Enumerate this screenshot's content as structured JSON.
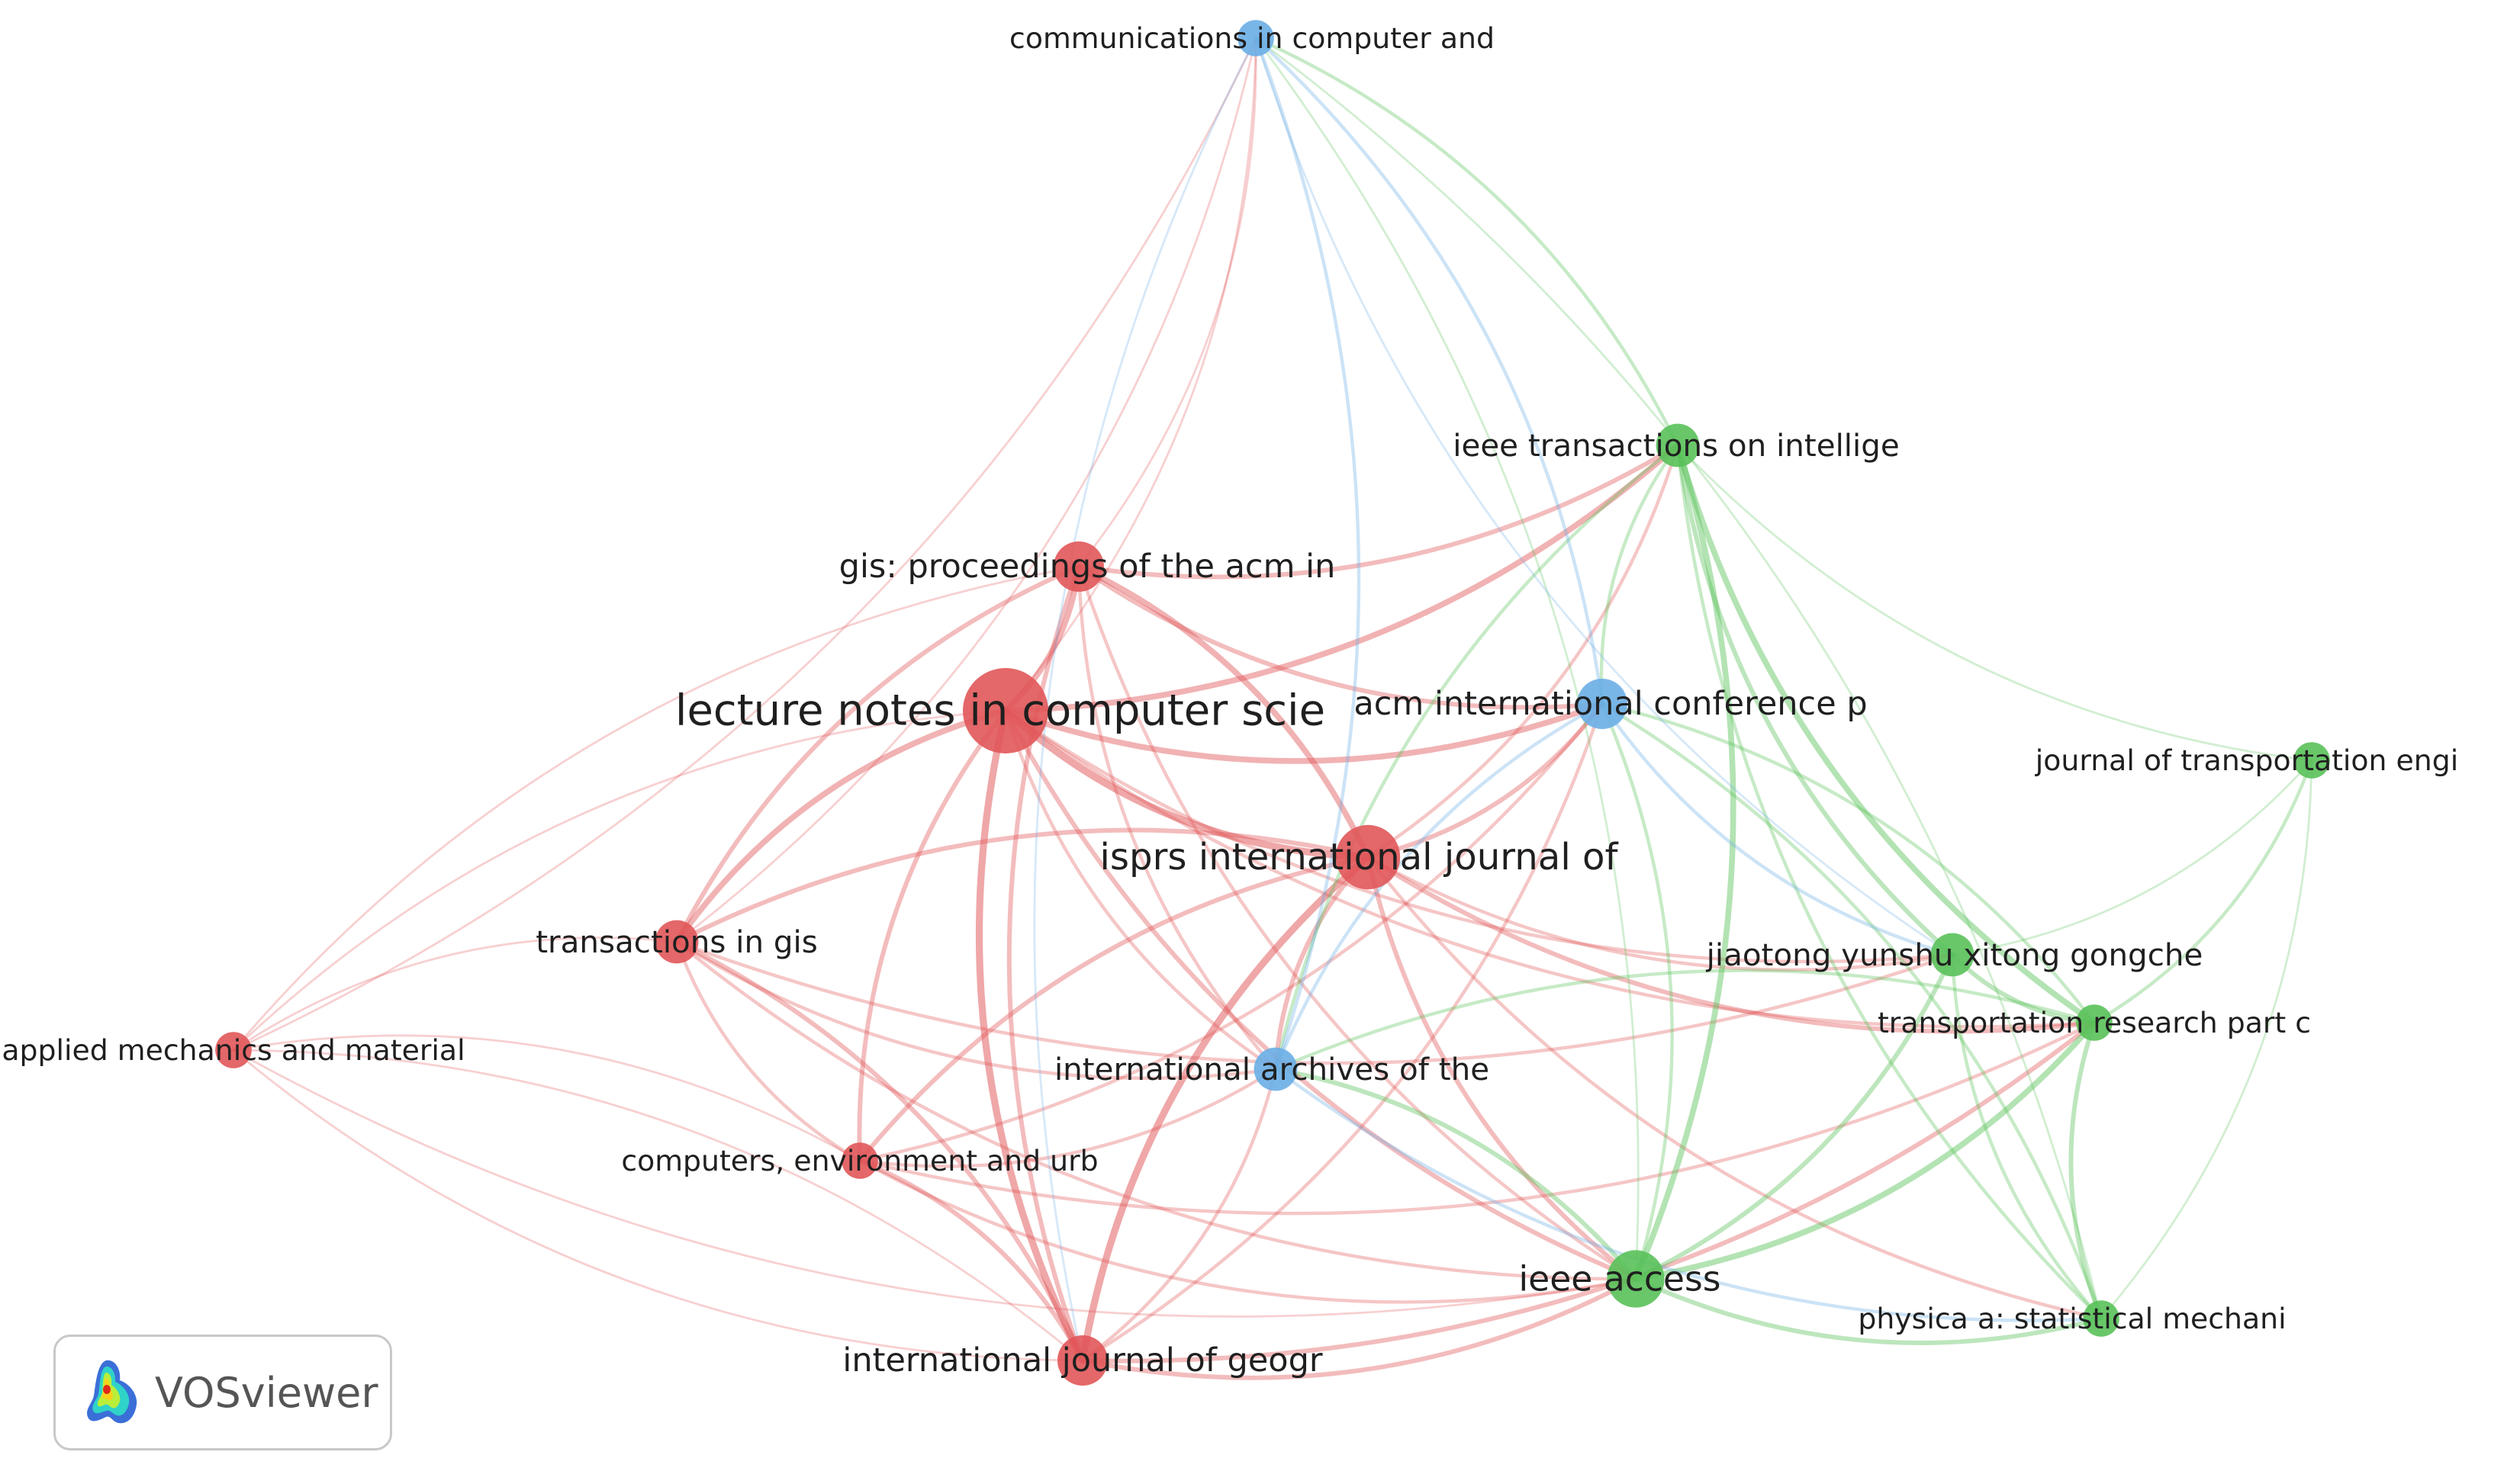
{
  "colors": {
    "red": "#e15759",
    "green": "#59c159",
    "blue": "#6aaee6"
  },
  "nodes": [
    {
      "id": "lncs",
      "label": "lecture notes in computer scie",
      "cluster": "red",
      "weight": 10
    },
    {
      "id": "isprs",
      "label": "isprs international journal of",
      "cluster": "red",
      "weight": 7
    },
    {
      "id": "gis",
      "label": "gis: proceedings of the acm in",
      "cluster": "red",
      "weight": 5
    },
    {
      "id": "ijgis",
      "label": "international journal of geogr",
      "cluster": "red",
      "weight": 5
    },
    {
      "id": "tgis",
      "label": "transactions in gis",
      "cluster": "red",
      "weight": 4
    },
    {
      "id": "ceus",
      "label": "computers, environment and urb",
      "cluster": "red",
      "weight": 3
    },
    {
      "id": "amm",
      "label": "applied mechanics and material",
      "cluster": "red",
      "weight": 3
    },
    {
      "id": "ieee_access",
      "label": "ieee access",
      "cluster": "green",
      "weight": 6
    },
    {
      "id": "ieee_its",
      "label": "ieee transactions on intellige",
      "cluster": "green",
      "weight": 4
    },
    {
      "id": "jiaotong",
      "label": "jiaotong yunshu xitong gongche",
      "cluster": "green",
      "weight": 4
    },
    {
      "id": "trc",
      "label": "transportation research part c",
      "cluster": "green",
      "weight": 3
    },
    {
      "id": "physica",
      "label": "physica a: statistical mechani",
      "cluster": "green",
      "weight": 3
    },
    {
      "id": "jte",
      "label": "journal of transportation engi",
      "cluster": "green",
      "weight": 3
    },
    {
      "id": "acm_icp",
      "label": "acm international conference p",
      "cluster": "blue",
      "weight": 5
    },
    {
      "id": "int_arch",
      "label": "international archives of the",
      "cluster": "blue",
      "weight": 4
    },
    {
      "id": "ccis",
      "label": "communications in computer and",
      "cluster": "blue",
      "weight": 3
    }
  ],
  "links": [
    {
      "source": "lncs",
      "target": "isprs",
      "strength": 5
    },
    {
      "source": "lncs",
      "target": "gis",
      "strength": 4
    },
    {
      "source": "lncs",
      "target": "ijgis",
      "strength": 5
    },
    {
      "source": "lncs",
      "target": "tgis",
      "strength": 4
    },
    {
      "source": "lncs",
      "target": "ceus",
      "strength": 3
    },
    {
      "source": "lncs",
      "target": "amm",
      "strength": 1
    },
    {
      "source": "lncs",
      "target": "acm_icp",
      "strength": 4
    },
    {
      "source": "lncs",
      "target": "int_arch",
      "strength": 2
    },
    {
      "source": "lncs",
      "target": "ieee_access",
      "strength": 3
    },
    {
      "source": "lncs",
      "target": "ieee_its",
      "strength": 4
    },
    {
      "source": "lncs",
      "target": "ccis",
      "strength": 1
    },
    {
      "source": "lncs",
      "target": "jiaotong",
      "strength": 2
    },
    {
      "source": "lncs",
      "target": "trc",
      "strength": 2
    },
    {
      "source": "isprs",
      "target": "gis",
      "strength": 4
    },
    {
      "source": "isprs",
      "target": "ijgis",
      "strength": 5
    },
    {
      "source": "isprs",
      "target": "tgis",
      "strength": 3
    },
    {
      "source": "isprs",
      "target": "ceus",
      "strength": 3
    },
    {
      "source": "isprs",
      "target": "acm_icp",
      "strength": 3
    },
    {
      "source": "isprs",
      "target": "int_arch",
      "strength": 3
    },
    {
      "source": "isprs",
      "target": "ieee_access",
      "strength": 3
    },
    {
      "source": "isprs",
      "target": "ieee_its",
      "strength": 2
    },
    {
      "source": "isprs",
      "target": "jiaotong",
      "strength": 2
    },
    {
      "source": "isprs",
      "target": "trc",
      "strength": 3
    },
    {
      "source": "isprs",
      "target": "physica",
      "strength": 2
    },
    {
      "source": "gis",
      "target": "acm_icp",
      "strength": 3
    },
    {
      "source": "gis",
      "target": "ijgis",
      "strength": 3
    },
    {
      "source": "gis",
      "target": "tgis",
      "strength": 3
    },
    {
      "source": "gis",
      "target": "ieee_its",
      "strength": 3
    },
    {
      "source": "gis",
      "target": "ccis",
      "strength": 1
    },
    {
      "source": "gis",
      "target": "amm",
      "strength": 1
    },
    {
      "source": "gis",
      "target": "int_arch",
      "strength": 2
    },
    {
      "source": "gis",
      "target": "ieee_access",
      "strength": 2
    },
    {
      "source": "ijgis",
      "target": "tgis",
      "strength": 3
    },
    {
      "source": "ijgis",
      "target": "ceus",
      "strength": 3
    },
    {
      "source": "ijgis",
      "target": "ieee_access",
      "strength": 3
    },
    {
      "source": "ijgis",
      "target": "trc",
      "strength": 3
    },
    {
      "source": "ijgis",
      "target": "acm_icp",
      "strength": 2
    },
    {
      "source": "ijgis",
      "target": "int_arch",
      "strength": 2
    },
    {
      "source": "ijgis",
      "target": "amm",
      "strength": 1
    },
    {
      "source": "tgis",
      "target": "ceus",
      "strength": 2
    },
    {
      "source": "tgis",
      "target": "amm",
      "strength": 1
    },
    {
      "source": "tgis",
      "target": "int_arch",
      "strength": 2
    },
    {
      "source": "tgis",
      "target": "ieee_access",
      "strength": 2
    },
    {
      "source": "tgis",
      "target": "jiaotong",
      "strength": 2
    },
    {
      "source": "tgis",
      "target": "ccis",
      "strength": 1
    },
    {
      "source": "ceus",
      "target": "amm",
      "strength": 1
    },
    {
      "source": "ceus",
      "target": "int_arch",
      "strength": 2
    },
    {
      "source": "ceus",
      "target": "ieee_access",
      "strength": 2
    },
    {
      "source": "ceus",
      "target": "acm_icp",
      "strength": 2
    },
    {
      "source": "ceus",
      "target": "trc",
      "strength": 2
    },
    {
      "source": "amm",
      "target": "ijgis",
      "strength": 1
    },
    {
      "source": "amm",
      "target": "ieee_access",
      "strength": 1
    },
    {
      "source": "amm",
      "target": "ccis",
      "strength": 1
    },
    {
      "source": "ieee_access",
      "target": "ieee_its",
      "strength": 4
    },
    {
      "source": "ieee_access",
      "target": "trc",
      "strength": 4
    },
    {
      "source": "ieee_access",
      "target": "jiaotong",
      "strength": 3
    },
    {
      "source": "ieee_access",
      "target": "physica",
      "strength": 3
    },
    {
      "source": "ieee_access",
      "target": "acm_icp",
      "strength": 2
    },
    {
      "source": "ieee_access",
      "target": "int_arch",
      "strength": 3
    },
    {
      "source": "ieee_access",
      "target": "ccis",
      "strength": 1
    },
    {
      "source": "ieee_its",
      "target": "trc",
      "strength": 4
    },
    {
      "source": "ieee_its",
      "target": "jiaotong",
      "strength": 3
    },
    {
      "source": "ieee_its",
      "target": "physica",
      "strength": 2
    },
    {
      "source": "ieee_its",
      "target": "acm_icp",
      "strength": 2
    },
    {
      "source": "ieee_its",
      "target": "int_arch",
      "strength": 2
    },
    {
      "source": "ieee_its",
      "target": "ccis",
      "strength": 2
    },
    {
      "source": "ieee_its",
      "target": "jte",
      "strength": 1
    },
    {
      "source": "jiaotong",
      "target": "trc",
      "strength": 3
    },
    {
      "source": "jiaotong",
      "target": "physica",
      "strength": 2
    },
    {
      "source": "jiaotong",
      "target": "jte",
      "strength": 1
    },
    {
      "source": "trc",
      "target": "physica",
      "strength": 3
    },
    {
      "source": "trc",
      "target": "jte",
      "strength": 2
    },
    {
      "source": "trc",
      "target": "acm_icp",
      "strength": 2
    },
    {
      "source": "trc",
      "target": "int_arch",
      "strength": 2
    },
    {
      "source": "physica",
      "target": "jte",
      "strength": 1
    },
    {
      "source": "physica",
      "target": "acm_icp",
      "strength": 2
    },
    {
      "source": "physica",
      "target": "ccis",
      "strength": 1
    },
    {
      "source": "acm_icp",
      "target": "int_arch",
      "strength": 2
    },
    {
      "source": "acm_icp",
      "target": "ccis",
      "strength": 2
    },
    {
      "source": "acm_icp",
      "target": "jiaotong",
      "strength": 2
    },
    {
      "source": "int_arch",
      "target": "ccis",
      "strength": 2
    },
    {
      "source": "int_arch",
      "target": "physica",
      "strength": 2
    },
    {
      "source": "ccis",
      "target": "jiaotong",
      "strength": 1
    },
    {
      "source": "ccis",
      "target": "ijgis",
      "strength": 1
    }
  ],
  "logo": {
    "text": "VOSviewer"
  }
}
